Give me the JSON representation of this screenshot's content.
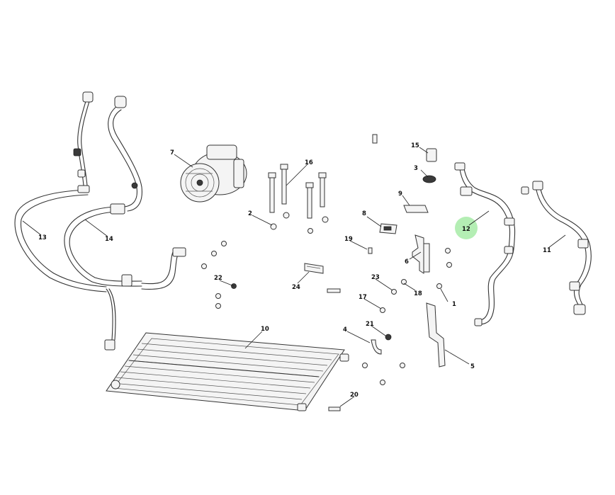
{
  "callouts": [
    {
      "id": "c1",
      "text": "1"
    },
    {
      "id": "c2",
      "text": "2"
    },
    {
      "id": "c3",
      "text": "3"
    },
    {
      "id": "c4",
      "text": "4"
    },
    {
      "id": "c5",
      "text": "5"
    },
    {
      "id": "c6",
      "text": "6"
    },
    {
      "id": "c7",
      "text": "7"
    },
    {
      "id": "c8",
      "text": "8"
    },
    {
      "id": "c9",
      "text": "9"
    },
    {
      "id": "c10",
      "text": "10"
    },
    {
      "id": "c11",
      "text": "11"
    },
    {
      "id": "c12",
      "text": "12"
    },
    {
      "id": "c13",
      "text": "13"
    },
    {
      "id": "c14",
      "text": "14"
    },
    {
      "id": "c15",
      "text": "15"
    },
    {
      "id": "c16",
      "text": "16"
    },
    {
      "id": "c17",
      "text": "17"
    },
    {
      "id": "c18",
      "text": "18"
    },
    {
      "id": "c19",
      "text": "19"
    },
    {
      "id": "c20",
      "text": "20"
    },
    {
      "id": "c21",
      "text": "21"
    },
    {
      "id": "c22",
      "text": "22"
    },
    {
      "id": "c23",
      "text": "23"
    },
    {
      "id": "c24",
      "text": "24"
    }
  ],
  "highlighted_callout": "12",
  "colors": {
    "highlight": "#9be89b",
    "line": "#333333",
    "background": "#ffffff"
  }
}
